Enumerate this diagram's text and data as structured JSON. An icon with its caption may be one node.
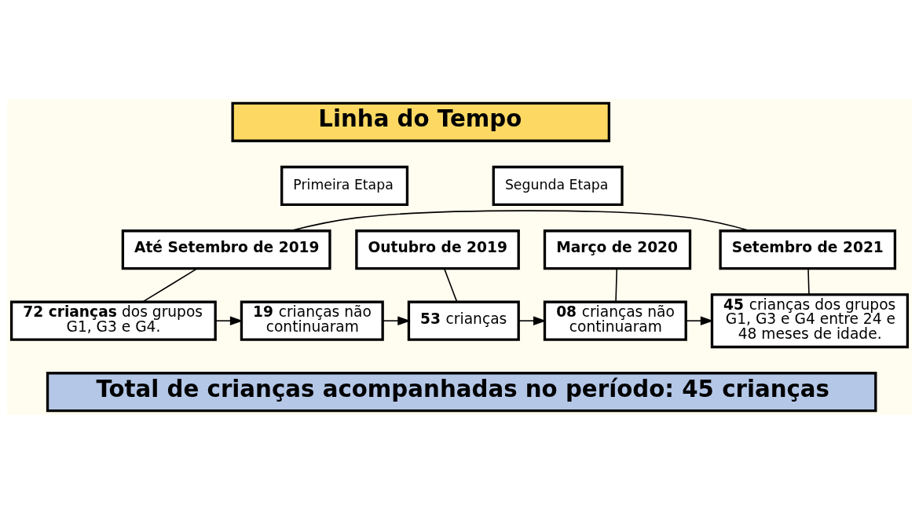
{
  "diagram": {
    "nodes": [
      {
        "text": [
          "Linha do Tempo"
        ]
      },
      {
        "text": [
          "Primeira Etapa"
        ]
      },
      {
        "text": [
          "Segunda Etapa"
        ]
      },
      {
        "text": [
          "Até Setembro de 2019"
        ]
      },
      {
        "text": [
          "**72 crianças** dos grupos G1, G3 e G4."
        ]
      },
      {
        "text": [
          "**19** crianças não continuaram"
        ]
      },
      {
        "text": [
          "Outubro de 2019"
        ]
      },
      {
        "text": [
          "**53** crianças"
        ]
      },
      {
        "text": [
          "Março de 2020"
        ]
      },
      {
        "text": [
          "**08** crianças não continuaram"
        ]
      },
      {
        "text": [
          "Setembro de 2021"
        ]
      },
      {
        "text": [
          "**45** crianças dos grupos G1, G3 e G4 entre 24 e 48 meses de idade."
        ]
      },
      {
        "text": [
          "Total de crianças acompanhadas no período: 45 crianças"
        ]
      }
    ],
    "edges": [
      {
        "from": 3,
        "to": 4,
        "arrow": "none"
      },
      {
        "from": 3,
        "to": 10,
        "arrow": "none"
      },
      {
        "from": 6,
        "to": 7,
        "arrow": "none"
      },
      {
        "from": 8,
        "to": 9,
        "arrow": "none"
      },
      {
        "from": 10,
        "to": 11,
        "arrow": "none"
      },
      {
        "from": 4,
        "to": 5,
        "arrow": "to"
      },
      {
        "from": 5,
        "to": 7,
        "arrow": "to"
      },
      {
        "from": 7,
        "to": 9,
        "arrow": "to"
      },
      {
        "from": 9,
        "to": 11,
        "arrow": "to"
      }
    ]
  }
}
